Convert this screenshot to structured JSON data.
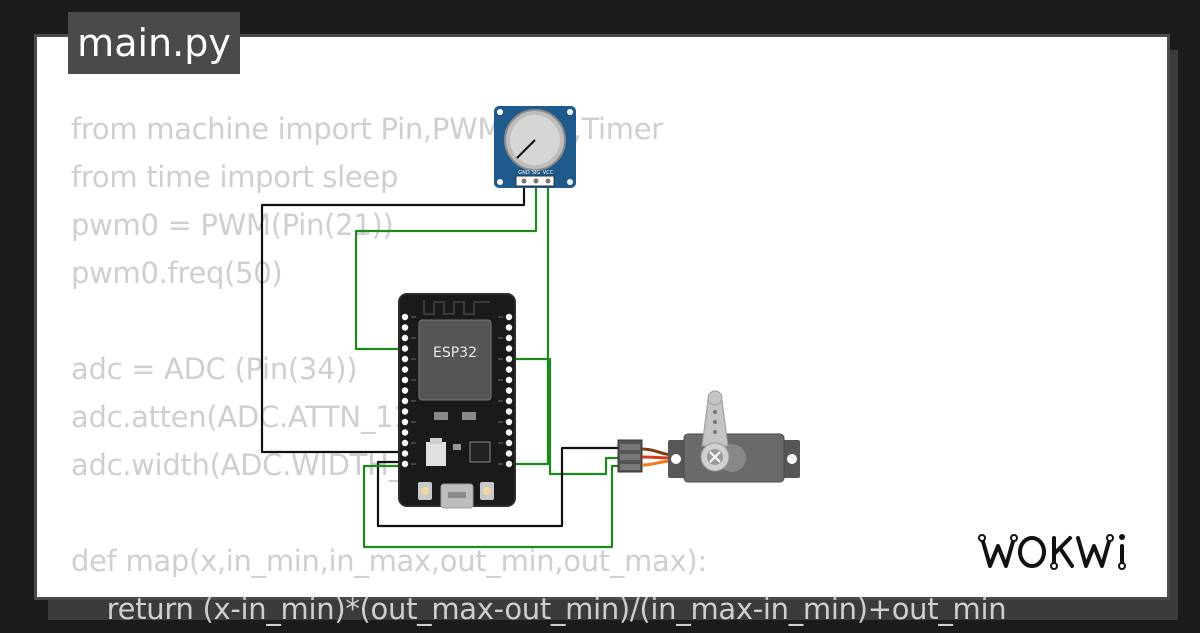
{
  "tab": {
    "filename": "main.py"
  },
  "code": {
    "lines": [
      "from machine import Pin,PWM,ADC,Timer",
      "from time import sleep",
      "pwm0 = PWM(Pin(21))",
      "pwm0.freq(50)",
      "",
      "adc = ADC (Pin(34))",
      "adc.atten(ADC.ATTN_11DB)",
      "adc.width(ADC.WIDTH_10BIT)",
      "",
      "def map(x,in_min,in_max,out_min,out_max):",
      "    return (x-in_min)*(out_max-out_min)/(in_max-in_min)+out_min"
    ]
  },
  "components": {
    "esp32": {
      "label": "ESP32"
    },
    "potentiometer": {
      "pins": [
        "GND",
        "SIG",
        "VCC"
      ]
    },
    "servo": {
      "icon": "servo-horn-icon"
    }
  },
  "brand": {
    "logo": "WOKWi"
  },
  "colors": {
    "background": "#1c1c1c",
    "card": "#ffffff",
    "tab": "#4a4a4a",
    "code_text": "#cfcfcf",
    "wire_green": "#1e8a1e",
    "wire_black": "#111111",
    "pot_board": "#1f5a8c",
    "esp_board": "#1a1a1a",
    "servo_body": "#606060",
    "servo_wire_orange": "#f07a1a",
    "servo_wire_red": "#d83a1a",
    "servo_wire_brown": "#7a3b12"
  }
}
